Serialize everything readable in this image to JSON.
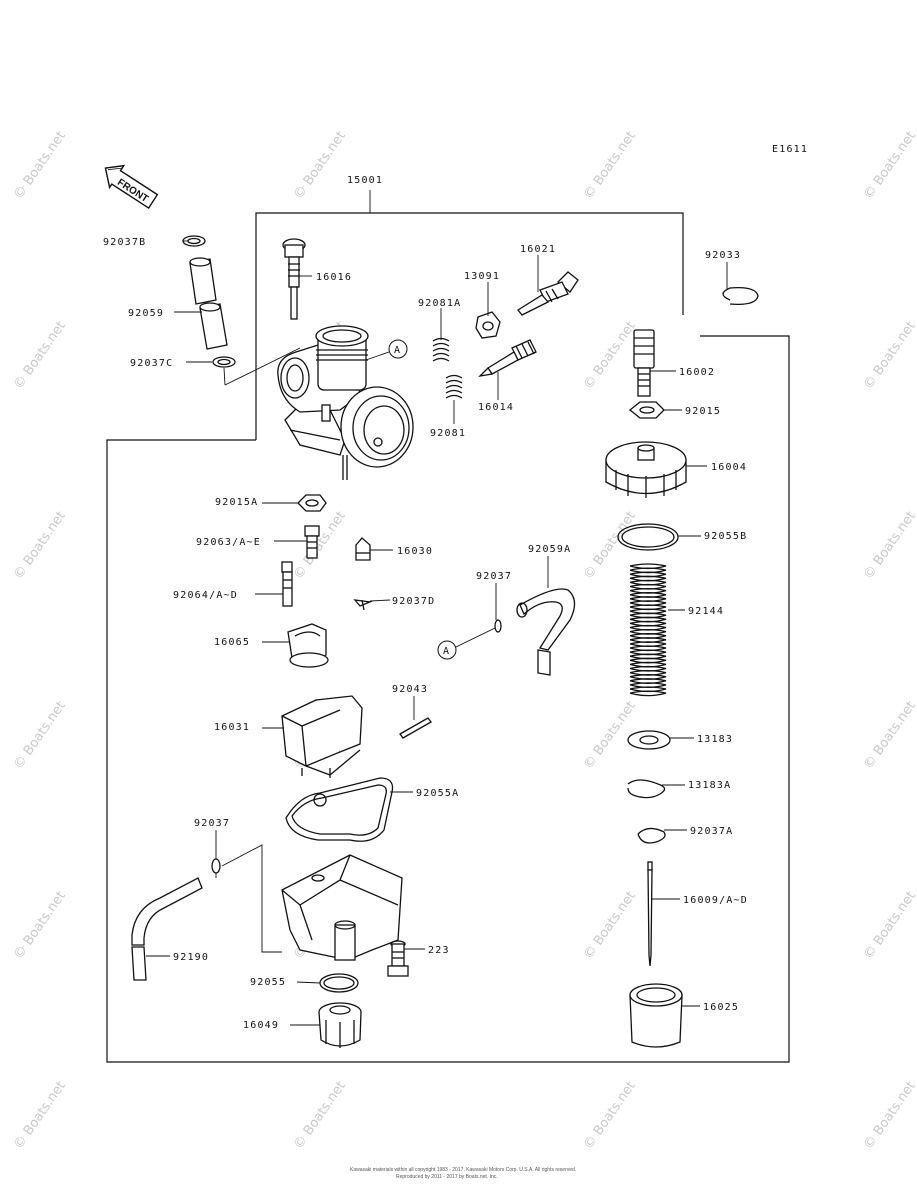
{
  "diagram_code": "E1611",
  "front_label": "FRONT",
  "callout_a": "A",
  "watermark": "© Boats.net",
  "footer": {
    "line1": "Kawasaki materials within all copyright 1983 - 2017, Kawasaki Motors Corp. U.S.A. All rights reserved.",
    "line2": "Reproduced by 2011 - 2017 by Boats.net. Inc."
  },
  "parts": [
    "15001",
    "92037B",
    "92059",
    "92037C",
    "16016",
    "92081A",
    "13091",
    "16021",
    "92033",
    "16002",
    "92015",
    "92081",
    "16014",
    "16004",
    "92015A",
    "92063/A~E",
    "16030",
    "92064/A~D",
    "92037D",
    "92055B",
    "92059A",
    "92037",
    "92144",
    "16065",
    "92043",
    "16031",
    "13183",
    "92055A",
    "13183A",
    "92037",
    "92037A",
    "16009/A~D",
    "92190",
    "223",
    "92055",
    "16025",
    "16049"
  ]
}
